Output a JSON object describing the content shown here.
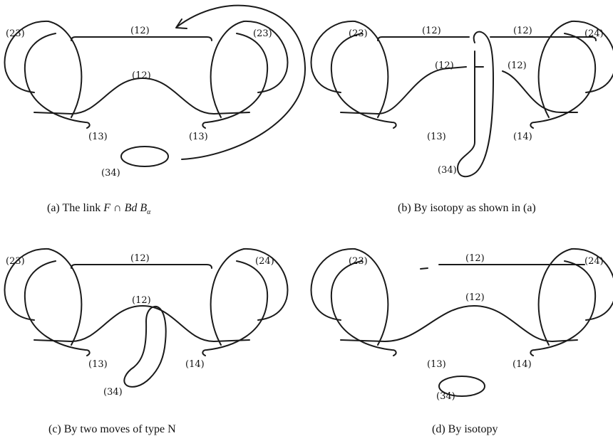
{
  "panels": {
    "a": {
      "labels": {
        "top": "(12)",
        "mid": "(12)",
        "tl": "(23)",
        "tr": "(23)",
        "bl": "(13)",
        "br": "(13)",
        "small": "(34)"
      },
      "caption": {
        "prefix": "(a)  The link ",
        "formula": "F ∩ Bd B",
        "sub": "α"
      }
    },
    "b": {
      "labels": {
        "top_l": "(12)",
        "top_r": "(12)",
        "mid_l": "(12)",
        "mid_r": "(12)",
        "tl": "(23)",
        "tr": "(24)",
        "bl": "(13)",
        "br": "(14)",
        "small": "(34)"
      },
      "caption": "(b)  By isotopy as shown in (a)"
    },
    "c": {
      "labels": {
        "top": "(12)",
        "mid": "(12)",
        "tl": "(23)",
        "tr": "(24)",
        "bl": "(13)",
        "br": "(14)",
        "small": "(34)"
      },
      "caption": "(c)  By two moves of type N"
    },
    "d": {
      "labels": {
        "top": "(12)",
        "mid": "(12)",
        "tl": "(23)",
        "tr": "(24)",
        "bl": "(13)",
        "br": "(14)",
        "small": "(34)"
      },
      "caption": "(d)  By isotopy"
    }
  }
}
